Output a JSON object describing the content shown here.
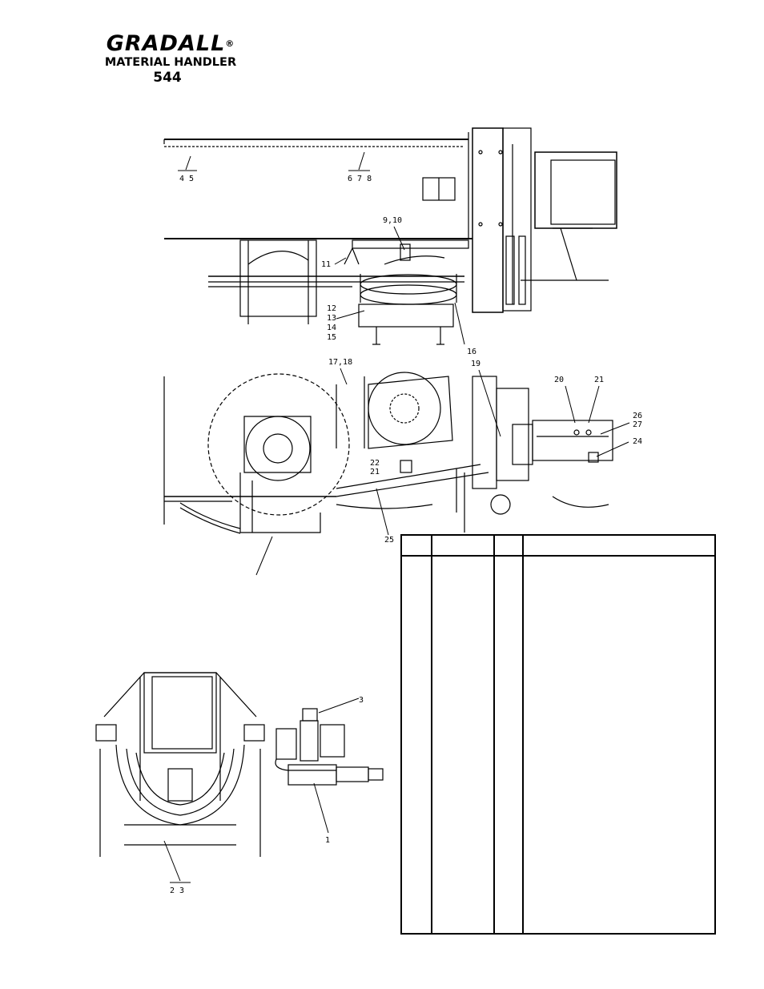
{
  "header": {
    "brand": "GRADALL",
    "registered": "®",
    "subtitle": "MATERIAL HANDLER",
    "model": "544"
  },
  "callouts": {
    "c45": "4  5",
    "c678": "6 7 8",
    "c910": "9,10",
    "c11": "11",
    "c12": "12",
    "c13": "13",
    "c14": "14",
    "c15": "15",
    "c16": "16",
    "c1718": "17,18",
    "c19": "19",
    "c20": "20",
    "c21a": "21",
    "c26": "26",
    "c27": "27",
    "c24": "24",
    "c22": "22",
    "c21b": "21",
    "c25": "25",
    "c3": "3",
    "c1": "1",
    "c23": "2  3"
  }
}
